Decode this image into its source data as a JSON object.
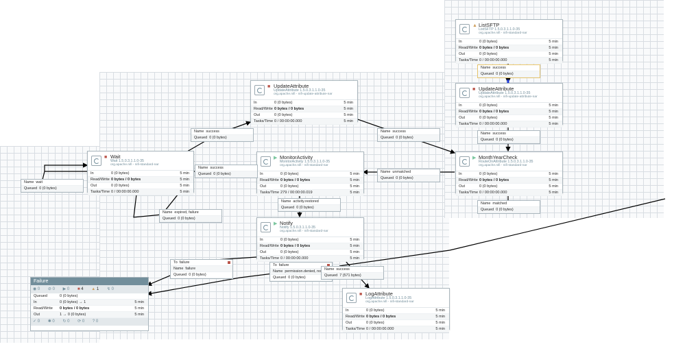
{
  "colors": {
    "canvas": "#f9fafb",
    "grid": "#d8dde2",
    "stopped": "#ba554a",
    "running": "#7dc7a0",
    "warning": "#cf9f5d",
    "selected": "#e5c36a",
    "link": "#000000"
  },
  "icons": {
    "processor": "processor-icon",
    "stopped": "stop-icon",
    "running": "play-icon",
    "invalid": "warning-icon"
  },
  "stat_labels": {
    "in": "In",
    "rw": "Read/Write",
    "out": "Out",
    "tasks": "Tasks/Time",
    "window": "5 min",
    "queued": "Queued"
  },
  "conn_labels": {
    "name": "Name",
    "queued": "Queued",
    "to": "To"
  },
  "processors": {
    "listsftp": {
      "name": "ListSFTP",
      "type": "ListSFTP 1.5.0.3.1.1.0-35",
      "bundle": "org.apache.nifi - nifi-standard-nar",
      "in": "0 (0 bytes)",
      "rw": "0 bytes / 0 bytes",
      "out": "0 (0 bytes)",
      "tasks": "0 / 00:00:00.000"
    },
    "update_top": {
      "name": "UpdateAttribute",
      "type": "UpdateAttribute 1.5.0.3.1.1.0-35",
      "bundle": "org.apache.nifi - nifi-update-attribute-nar",
      "in": "0 (0 bytes)",
      "rw": "0 bytes / 0 bytes",
      "out": "0 (0 bytes)",
      "tasks": "0 / 00:00:00.000"
    },
    "update_right": {
      "name": "UpdateAttribute",
      "type": "UpdateAttribute 1.5.0.3.1.1.0-35",
      "bundle": "org.apache.nifi - nifi-update-attribute-nar",
      "in": "0 (0 bytes)",
      "rw": "0 bytes / 0 bytes",
      "out": "0 (0 bytes)",
      "tasks": "0 / 00:00:00.000"
    },
    "wait": {
      "name": "Wait",
      "type": "Wait 1.5.0.3.1.1.0-35",
      "bundle": "org.apache.nifi - nifi-standard-nar",
      "in": "0 (0 bytes)",
      "rw": "0 bytes / 0 bytes",
      "out": "0 (0 bytes)",
      "tasks": "0 / 00:00:00.000"
    },
    "monitor": {
      "name": "MonitorActivity",
      "type": "MonitorActivity 1.5.0.3.1.1.0-35",
      "bundle": "org.apache.nifi - nifi-standard-nar",
      "in": "0 (0 bytes)",
      "rw": "0 bytes / 0 bytes",
      "out": "0 (0 bytes)",
      "tasks": "279 / 00:00:00.019"
    },
    "month": {
      "name": "MonthYearCheck",
      "type": "RouteOnAttribute 1.5.0.3.1.1.0-35",
      "bundle": "org.apache.nifi - nifi-standard-nar",
      "in": "0 (0 bytes)",
      "rw": "0 bytes / 0 bytes",
      "out": "0 (0 bytes)",
      "tasks": "0 / 00:00:00.000"
    },
    "notify": {
      "name": "Notify",
      "type": "Notify 1.5.0.3.1.1.0-35",
      "bundle": "org.apache.nifi - nifi-standard-nar",
      "in": "0 (0 bytes)",
      "rw": "0 bytes / 0 bytes",
      "out": "0 (0 bytes)",
      "tasks": "0 / 00:00:00.000"
    },
    "log": {
      "name": "LogAttribute",
      "type": "LogAttribute 1.5.0.3.1.1.0-35",
      "bundle": "org.apache.nifi - nifi-standard-nar",
      "in": "0 (0 bytes)",
      "rw": "0 bytes / 0 bytes",
      "out": "0 (0 bytes)",
      "tasks": "0 / 00:00:00.000"
    }
  },
  "connections": {
    "c1": {
      "name": "success",
      "queued": "0 (0 bytes)"
    },
    "c2": {
      "name": "success",
      "queued": "0 (0 bytes)"
    },
    "c3": {
      "name": "success",
      "queued": "0 (0 bytes)"
    },
    "c4": {
      "name": "success",
      "queued": "0 (0 bytes)"
    },
    "c5": {
      "name": "wait",
      "queued": "0 (0 bytes)"
    },
    "c6": {
      "name": "success",
      "queued": "0 (0 bytes)"
    },
    "c7": {
      "name": "unmatched",
      "queued": "0 (0 bytes)"
    },
    "c8": {
      "name": "expired, failure",
      "queued": "0 (0 bytes)"
    },
    "c9": {
      "name": "activity.restored",
      "queued": "0 (0 bytes)"
    },
    "c10": {
      "name": "matched",
      "queued": "0 (0 bytes)"
    },
    "c11": {
      "to": "failure",
      "name": "failure",
      "queued": "0 (0 bytes)"
    },
    "c12": {
      "to": "failure",
      "name": "permission.denied, not",
      "queued": "0 (0 bytes)"
    },
    "c13": {
      "name": "success",
      "queued": "7 (571 bytes)"
    }
  },
  "failure_port": {
    "title": "Failure",
    "status": [
      "0",
      "0",
      "0",
      "4",
      "1",
      "0"
    ],
    "queued": "0 (0 bytes)",
    "in": "0 (0 bytes) → 1",
    "rw": "0 bytes / 0 bytes",
    "out": "1 → 0 (0 bytes)",
    "foot": [
      "0",
      "0",
      "0",
      "0",
      "0"
    ]
  }
}
